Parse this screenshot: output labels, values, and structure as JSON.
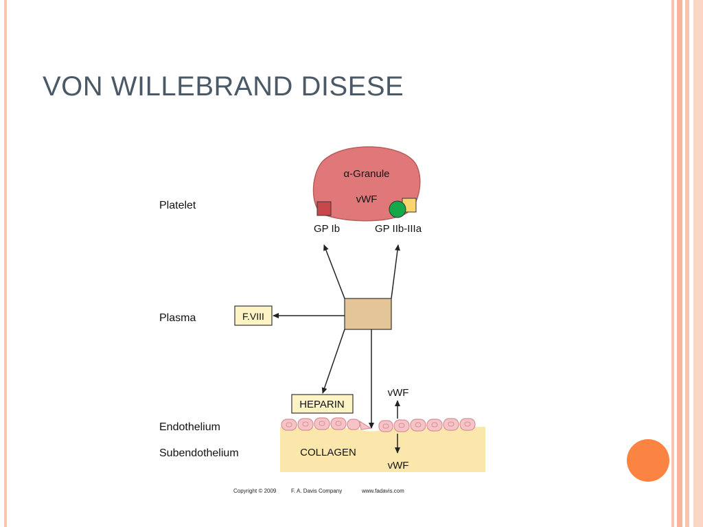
{
  "slide": {
    "title": "VON WILLEBRAND DISESE"
  },
  "diagram": {
    "row_labels": {
      "platelet": "Platelet",
      "plasma": "Plasma",
      "endothelium": "Endothelium",
      "subendothelium": "Subendothelium"
    },
    "granule_label": "α-Granule",
    "granule_vwf": "vWF",
    "gp_ib": "GP Ib",
    "gp_iib_iiia": "GP IIb-IIIa",
    "fviii": "F.VIII",
    "heparin": "HEPARIN",
    "collagen": "COLLAGEN",
    "vwf_up": "vWF",
    "vwf_down": "vWF",
    "copyright": "Copyright © 2009",
    "publisher": "F. A. Davis Company",
    "website": "www.fadavis.com"
  },
  "colors": {
    "title": "#4b5866",
    "granule": "#e0787a",
    "vwf_box": "#e3c597",
    "label_box": "#fdf3c5",
    "collagen": "#fbe7ab",
    "endothelium": "#f6c3c6",
    "accent_dot": "#fb8443",
    "stripe": "#f7c4b0"
  }
}
